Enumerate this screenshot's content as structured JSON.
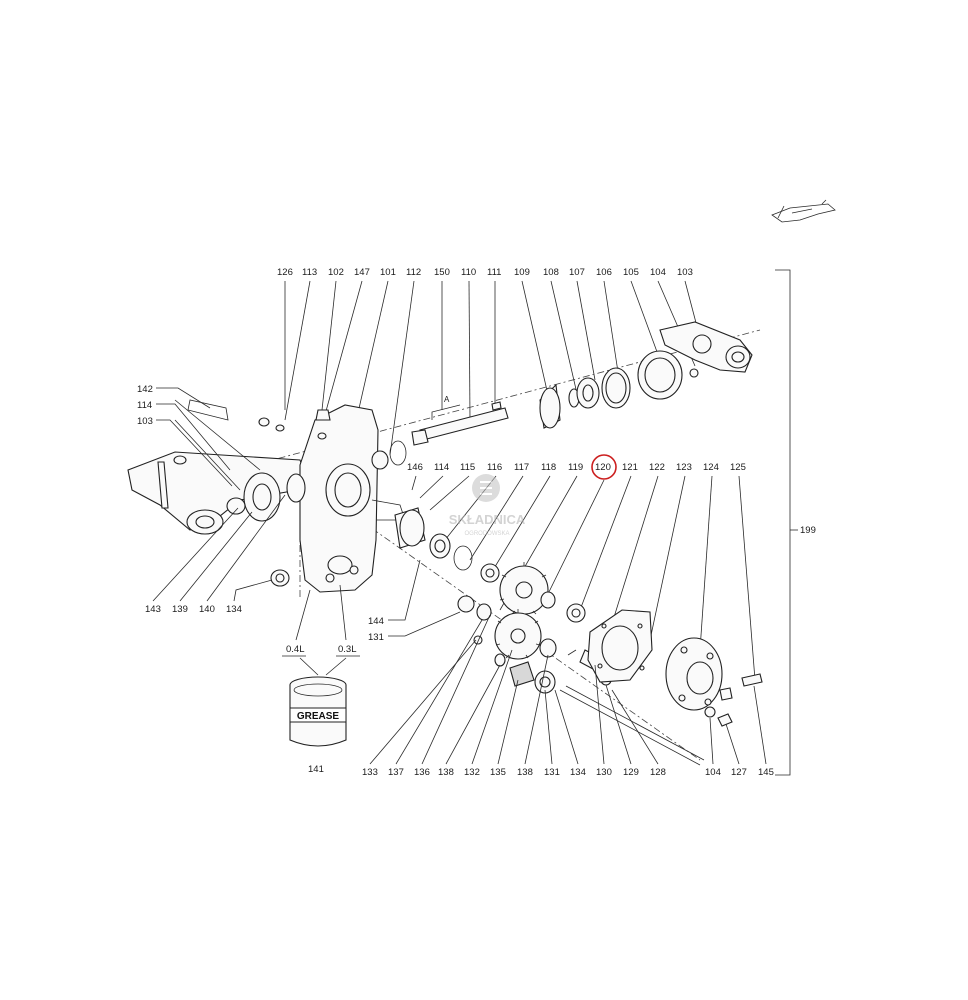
{
  "top_labels": [
    "126",
    "113",
    "102",
    "147",
    "101",
    "112",
    "150",
    "110",
    "111",
    "109",
    "108",
    "107",
    "106",
    "105",
    "104",
    "103"
  ],
  "row2_labels": [
    "146",
    "114",
    "115",
    "116",
    "117",
    "118",
    "119",
    "120",
    "121",
    "122",
    "123",
    "124",
    "125"
  ],
  "left_labels": [
    "142",
    "114",
    "103"
  ],
  "bottom_left_labels": [
    "143",
    "139",
    "140",
    "134"
  ],
  "side_labels": [
    "144",
    "131"
  ],
  "bottom_labels": [
    "133",
    "137",
    "136",
    "138",
    "132",
    "135",
    "138",
    "131",
    "134",
    "130",
    "129",
    "128",
    "104",
    "127",
    "145"
  ],
  "grease_part": "141",
  "grease_text": "GREASE",
  "oil_left": "0.4L",
  "oil_right": "0.3L",
  "assembly_label": "199",
  "axis_marker": "A",
  "highlighted_part": "120",
  "watermark_title": "SKŁADNICA",
  "watermark_subtitle": "OGRODOWSKA",
  "highlight_color": "#cc1f1f",
  "watermark_color": "#c0c0c0"
}
